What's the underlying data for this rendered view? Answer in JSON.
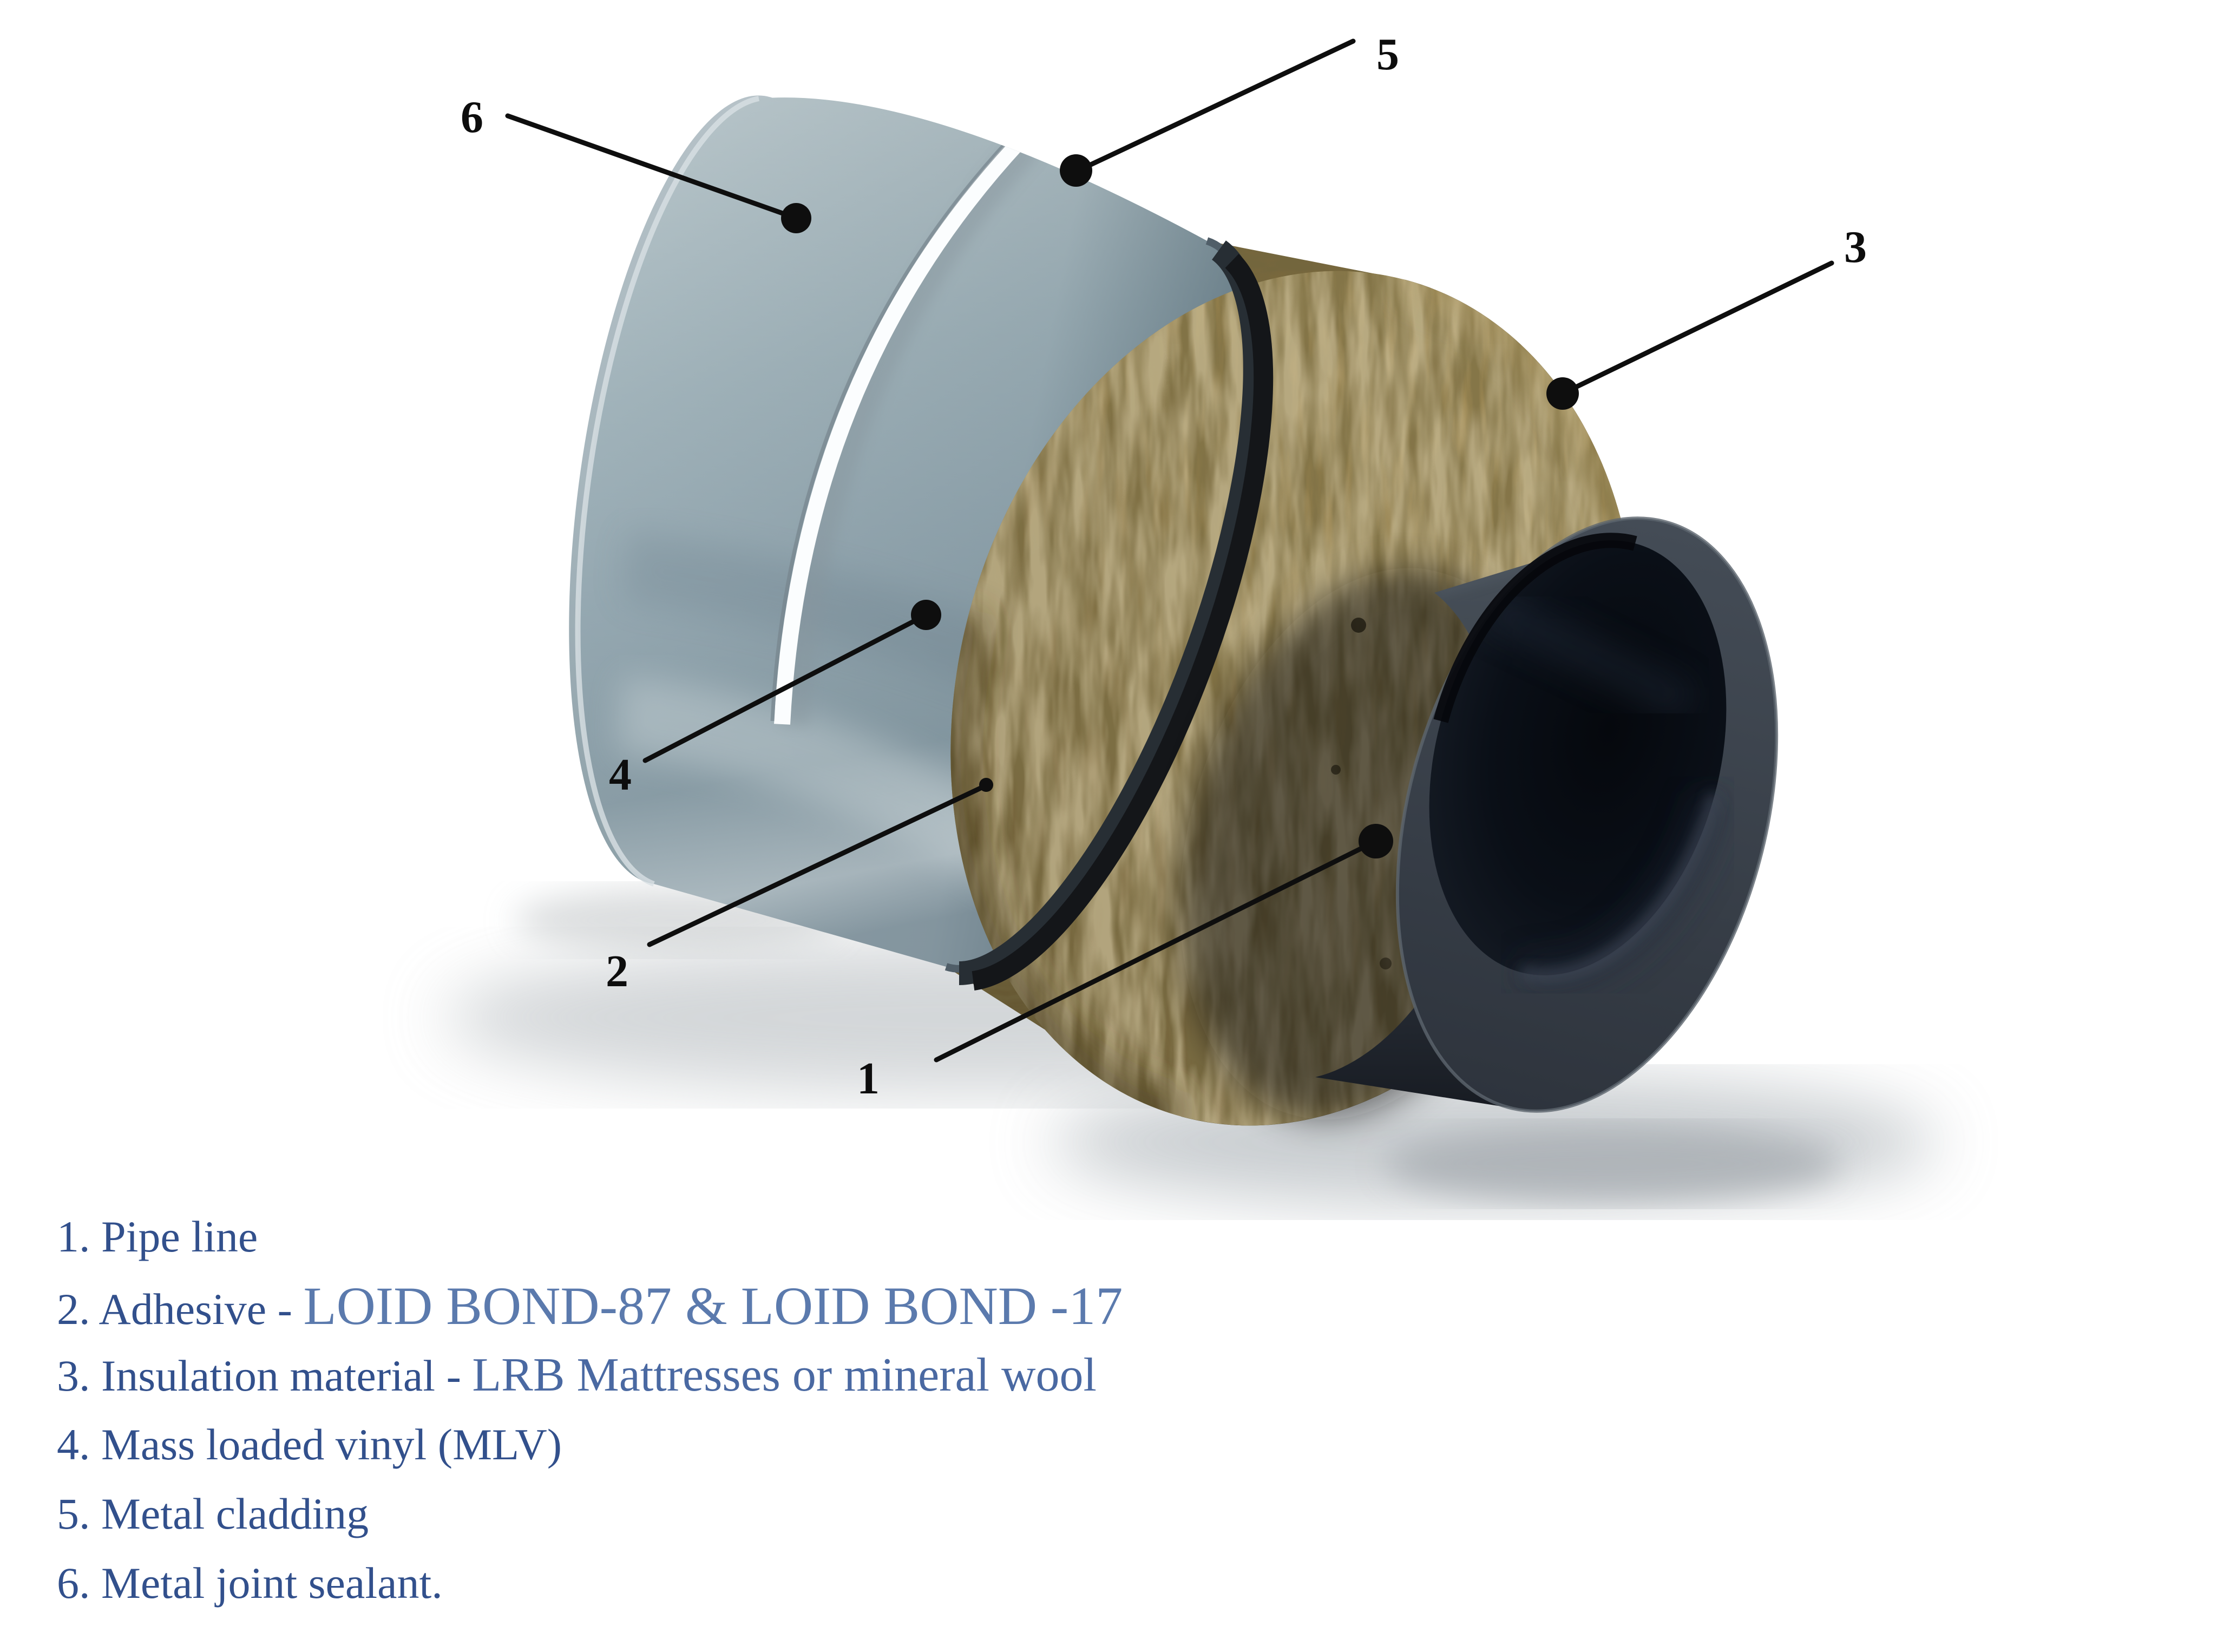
{
  "figure": {
    "type": "technical-cutaway-illustration",
    "subject": "Insulated pipe layers cutaway",
    "background_color": "#ffffff"
  },
  "diagram": {
    "callouts": [
      {
        "number": "1"
      },
      {
        "number": "2"
      },
      {
        "number": "3"
      },
      {
        "number": "4"
      },
      {
        "number": "5"
      },
      {
        "number": "6"
      }
    ],
    "layer_colors": {
      "metal_cladding": "#9fb2ba",
      "joint_sealant_seam": "#fbfdfe",
      "mass_loaded_vinyl": "#141619",
      "adhesive_band": "#17191c",
      "insulation": "#8f7b49",
      "pipe": "#3a424b",
      "pipe_bore": "#0a0f17"
    },
    "callout_color": "#0e0e0e"
  },
  "legend": {
    "text_color": "#32508c",
    "brand_text_color": "#5b7aad",
    "items": [
      {
        "segments": [
          {
            "text": "1. Pipe line"
          }
        ]
      },
      {
        "segments": [
          {
            "text": "2. Adhesive - "
          },
          {
            "text": "LOID BOND-87 & LOID BOND -17"
          }
        ]
      },
      {
        "segments": [
          {
            "text": "3. Insulation material - "
          },
          {
            "text": "LRB Mattresses or mineral wool"
          }
        ]
      },
      {
        "segments": [
          {
            "text": "4. Mass loaded vinyl (MLV)"
          }
        ]
      },
      {
        "segments": [
          {
            "text": "5. Metal cladding"
          }
        ]
      },
      {
        "segments": [
          {
            "text": "6. Metal joint sealant."
          }
        ]
      }
    ]
  }
}
